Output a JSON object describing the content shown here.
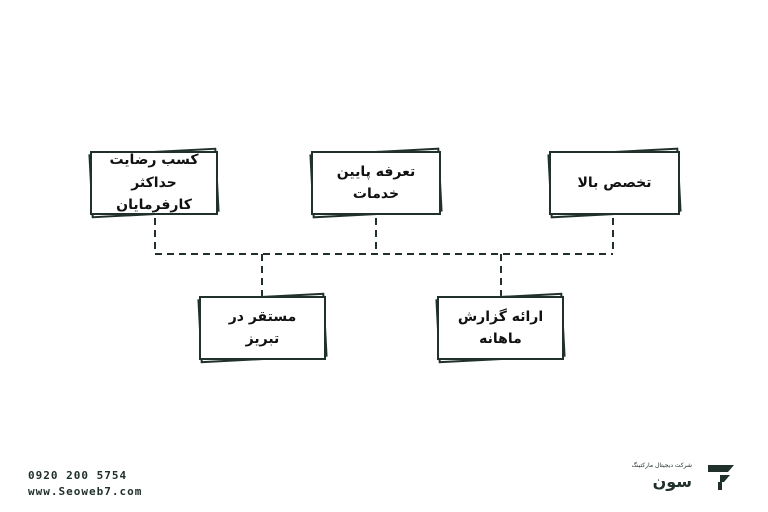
{
  "diagram": {
    "top_row": [
      {
        "id": "satisfaction",
        "label": "کسب رضایت حداکثر کارفرمایان"
      },
      {
        "id": "low-rate",
        "label": "تعرفه پایین خدمات"
      },
      {
        "id": "expertise",
        "label": "تخصص بالا"
      }
    ],
    "bottom_row": [
      {
        "id": "location",
        "label": "مستقر در تبریز"
      },
      {
        "id": "monthly-report",
        "label": "ارائه گزارش ماهانه"
      }
    ]
  },
  "footer": {
    "phone": "0920 200 5754",
    "website": "www.Seoweb7.com",
    "brand_name": "سون",
    "brand_tagline": "شرکت دیجیتال مارکتینگ",
    "brand_icon": "brand-logo-icon"
  },
  "colors": {
    "stroke": "#20302b",
    "brand": "#20302b"
  }
}
